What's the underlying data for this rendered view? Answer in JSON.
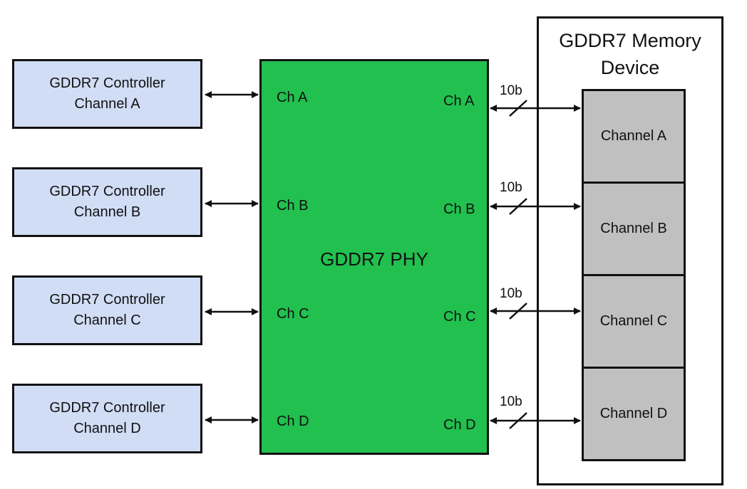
{
  "controllers": [
    {
      "line1": "GDDR7 Controller",
      "line2": "Channel A"
    },
    {
      "line1": "GDDR7 Controller",
      "line2": "Channel B"
    },
    {
      "line1": "GDDR7 Controller",
      "line2": "Channel C"
    },
    {
      "line1": "GDDR7 Controller",
      "line2": "Channel D"
    }
  ],
  "phy": {
    "title": "GDDR7 PHY",
    "left_ports": [
      "Ch A",
      "Ch B",
      "Ch C",
      "Ch D"
    ],
    "right_ports": [
      "Ch A",
      "Ch B",
      "Ch C",
      "Ch D"
    ]
  },
  "memory": {
    "title_line1": "GDDR7 Memory",
    "title_line2": "Device",
    "channels": [
      "Channel A",
      "Channel B",
      "Channel C",
      "Channel D"
    ]
  },
  "bus_widths": [
    "10b",
    "10b",
    "10b",
    "10b"
  ],
  "colors": {
    "controller_fill": "#d0ddf5",
    "phy_fill": "#22c04f",
    "memory_channel_fill": "#c0c0c0"
  }
}
